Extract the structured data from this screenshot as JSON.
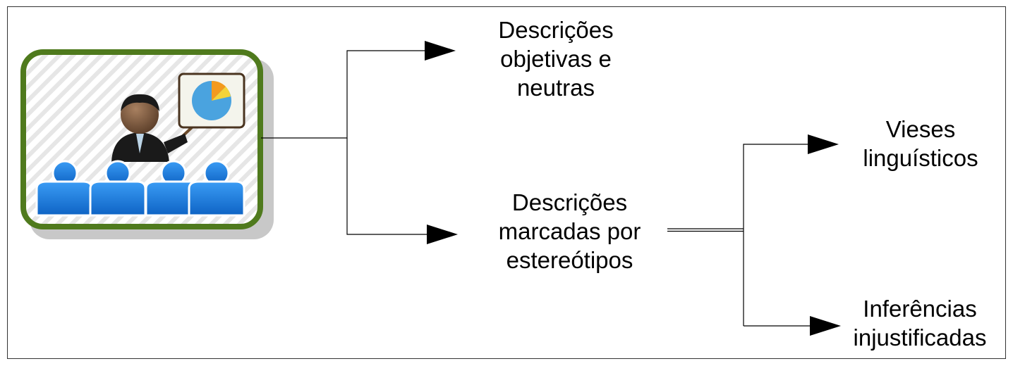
{
  "nodes": {
    "objective": {
      "label": "Descrições\nobjetivas e\nneutras"
    },
    "stereotype": {
      "label": "Descrições\nmarcadas por\nestereótipos"
    },
    "biases": {
      "label": "Vieses\nlinguísticos"
    },
    "inferences": {
      "label": "Inferências\ninjustificadas"
    }
  },
  "illustration": {
    "icon": "presenter-with-audience-icon"
  },
  "colors": {
    "frame_border": "#5a7d1e",
    "audience": "#1f7fe0",
    "pie_orange": "#f39a1f",
    "pie_yellow": "#f4d33a",
    "pie_blue": "#4aa3df"
  }
}
